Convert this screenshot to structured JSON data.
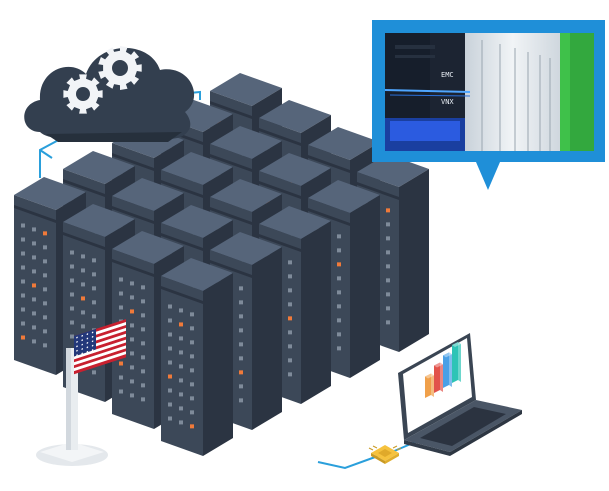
{
  "colors": {
    "server_front": "#3c4858",
    "server_side": "#2b3442",
    "server_top": "#56657a",
    "led_off": "#7f8b9a",
    "led_on": "#f07a3a",
    "cloud": "#333f4f",
    "gear": "#f2f4f7",
    "network_line": "#2a9fdb",
    "callout_frame": "#1f8fd8",
    "laptop": "#3a4553",
    "chip": "#f6c23e"
  },
  "photo_callout": {
    "rack_labels": [
      "EMC",
      "VNX"
    ]
  },
  "laptop_chart": {
    "bars": [
      {
        "level": 0.45,
        "color": "#f0a04a"
      },
      {
        "level": 0.65,
        "color": "#e2534b"
      },
      {
        "level": 0.82,
        "color": "#4aa0e6"
      },
      {
        "level": 1.0,
        "color": "#2ec4b6"
      }
    ]
  },
  "icons": {
    "cloud": "cloud-gears-icon",
    "flag": "us-flag-icon",
    "chip": "microchip-icon",
    "laptop": "laptop-icon"
  }
}
